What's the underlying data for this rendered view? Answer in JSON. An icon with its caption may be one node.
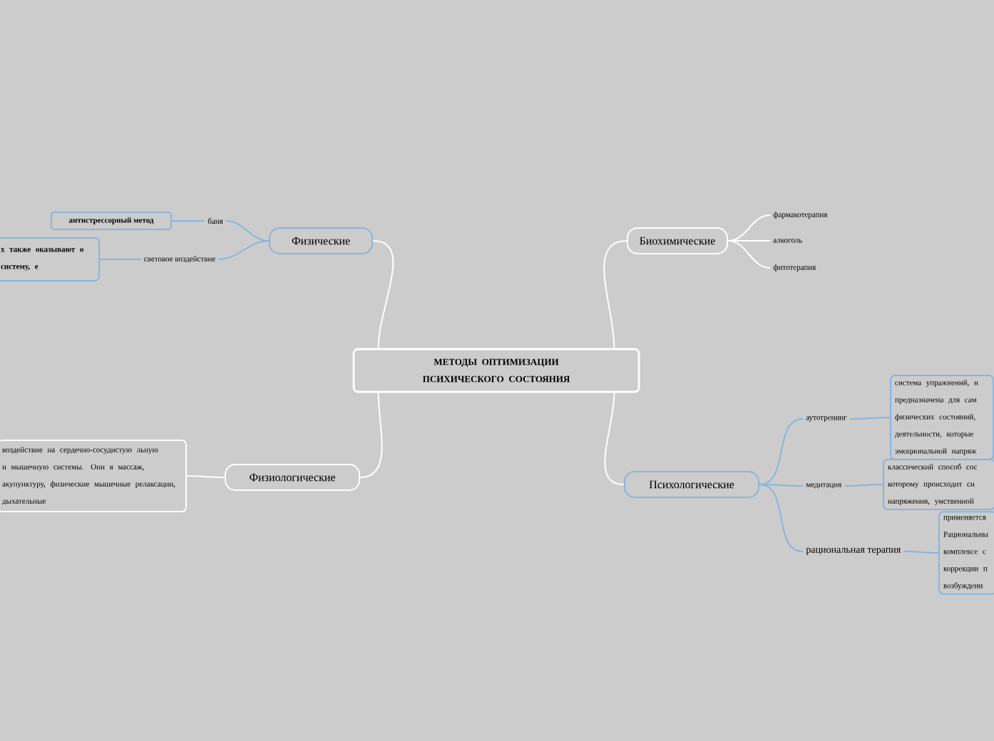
{
  "diagram": {
    "nodes": [
      {
        "text": [
          "МЕТОДЫ ОПТИМИЗАЦИИ ПСИХИЧЕСКОГО СОСТОЯНИЯ"
        ]
      },
      {
        "text": [
          "Физические"
        ]
      },
      {
        "text": [
          "баня"
        ]
      },
      {
        "text": [
          "антистрессорный метод"
        ]
      },
      {
        "text": [
          "световое воздействие"
        ]
      },
      {
        "text": [
          "х также оказывают о систему, е"
        ]
      },
      {
        "text": [
          "Физиологические"
        ]
      },
      {
        "text": [
          "воздействие на сердечно-сосудистую льную и мышечную системы. Они я массаж, акупунктуру, физические мышечные релаксации, дыхательные"
        ]
      },
      {
        "text": [
          "Биохимические"
        ]
      },
      {
        "text": [
          "фармакотерапия"
        ]
      },
      {
        "text": [
          "алкоголь"
        ]
      },
      {
        "text": [
          "фитотерапия"
        ]
      },
      {
        "text": [
          "Психологические"
        ]
      },
      {
        "text": [
          "аутотренинг"
        ]
      },
      {
        "text": [
          "система упражнений, н предназначена для сам физических состояний, деятельности, которые эмоциональной напряж"
        ]
      },
      {
        "text": [
          "медитация"
        ]
      },
      {
        "text": [
          "классический способ сос которому происходит сн напряжения, умственной"
        ]
      },
      {
        "text": [
          "рациональная терапия"
        ]
      },
      {
        "text": [
          "применяется Рациональны комплексе с коррекции п возбуждени"
        ]
      }
    ],
    "edges": [
      {
        "from": 0,
        "to": 1,
        "arrow": "none",
        "color": "#ffffff"
      },
      {
        "from": 0,
        "to": 6,
        "arrow": "none",
        "color": "#ffffff"
      },
      {
        "from": 0,
        "to": 8,
        "arrow": "none",
        "color": "#ffffff"
      },
      {
        "from": 0,
        "to": 12,
        "arrow": "none",
        "color": "#ffffff"
      },
      {
        "from": 1,
        "to": 2,
        "arrow": "none"
      },
      {
        "from": 1,
        "to": 4,
        "arrow": "none"
      },
      {
        "from": 2,
        "to": 3,
        "arrow": "none"
      },
      {
        "from": 4,
        "to": 5,
        "arrow": "none"
      },
      {
        "from": 6,
        "to": 7,
        "arrow": "none",
        "color": "#ffffff"
      },
      {
        "from": 8,
        "to": 9,
        "arrow": "none",
        "color": "#ffffff"
      },
      {
        "from": 8,
        "to": 10,
        "arrow": "none",
        "color": "#ffffff"
      },
      {
        "from": 8,
        "to": 11,
        "arrow": "none",
        "color": "#ffffff"
      },
      {
        "from": 12,
        "to": 13,
        "arrow": "none"
      },
      {
        "from": 12,
        "to": 15,
        "arrow": "none"
      },
      {
        "from": 12,
        "to": 17,
        "arrow": "none"
      },
      {
        "from": 13,
        "to": 14,
        "arrow": "none"
      },
      {
        "from": 15,
        "to": 16,
        "arrow": "none"
      },
      {
        "from": 17,
        "to": 18,
        "arrow": "none"
      }
    ]
  }
}
